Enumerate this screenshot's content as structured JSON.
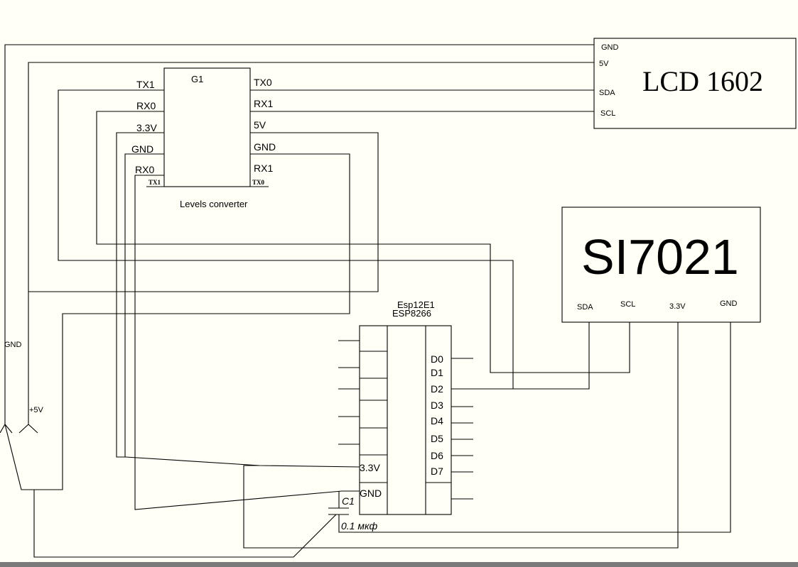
{
  "lcd": {
    "title": "LCD 1602",
    "pins": [
      "GND",
      "5V",
      "SDA",
      "SCL"
    ]
  },
  "converter": {
    "title": "G1",
    "caption": "Levels converter",
    "left_pins": [
      "TX1",
      "RX0",
      "3.3V",
      "GND",
      "RX0"
    ],
    "right_pins": [
      "TX0",
      "RX1",
      "5V",
      "GND",
      "RX1"
    ],
    "bottom_left": "TX1",
    "bottom_right": "TX0"
  },
  "si7021": {
    "title": "SI7021",
    "pins": [
      "SDA",
      "SCL",
      "3.3V",
      "GND"
    ]
  },
  "esp": {
    "title_line1": "Esp12E1",
    "title_line2": "ESP8266",
    "right_pins": [
      "D0",
      "D1",
      "D2",
      "D3",
      "D4",
      "D5",
      "D6",
      "D7"
    ],
    "left_pins": [
      "3.3V",
      "GND"
    ]
  },
  "capacitor": {
    "name": "C1",
    "value": "0.1 мкф"
  },
  "labels": {
    "gnd": "GND",
    "plus5v": "+5V"
  },
  "colors": {
    "background": "#fffff6",
    "line": "#000000",
    "bar": "#7a7a7a"
  }
}
